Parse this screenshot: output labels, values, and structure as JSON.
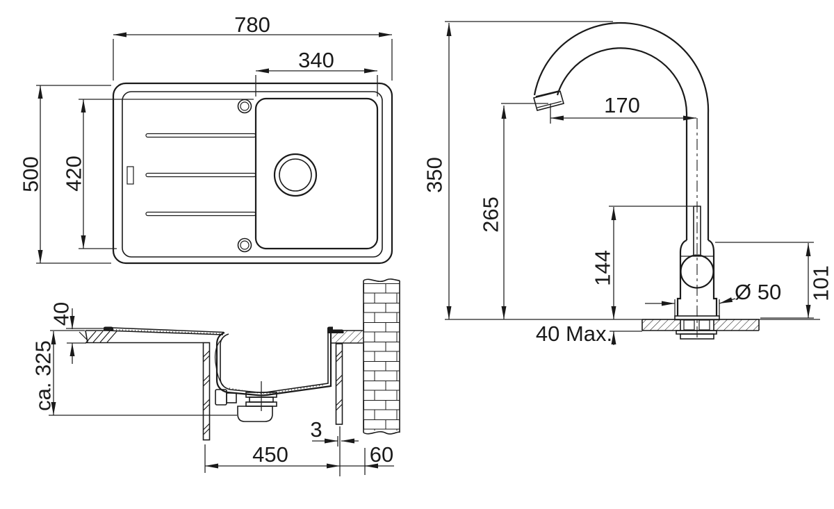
{
  "drawing": {
    "sink_top_view": {
      "overall_width": "780",
      "bowl_inner_width": "340",
      "overall_depth": "500",
      "bowl_inner_depth": "420"
    },
    "sink_section_view": {
      "rim_height": "40",
      "under_counter_depth": "ca. 325",
      "cabinet_width": "450",
      "rear_gap": "3",
      "wall_clearance": "60"
    },
    "faucet_view": {
      "total_height": "350",
      "outlet_height": "265",
      "spout_reach": "170",
      "body_height": "144",
      "base_section_height": "101",
      "base_diameter": "Ø 50",
      "counter_thickness": "40 Max."
    }
  }
}
